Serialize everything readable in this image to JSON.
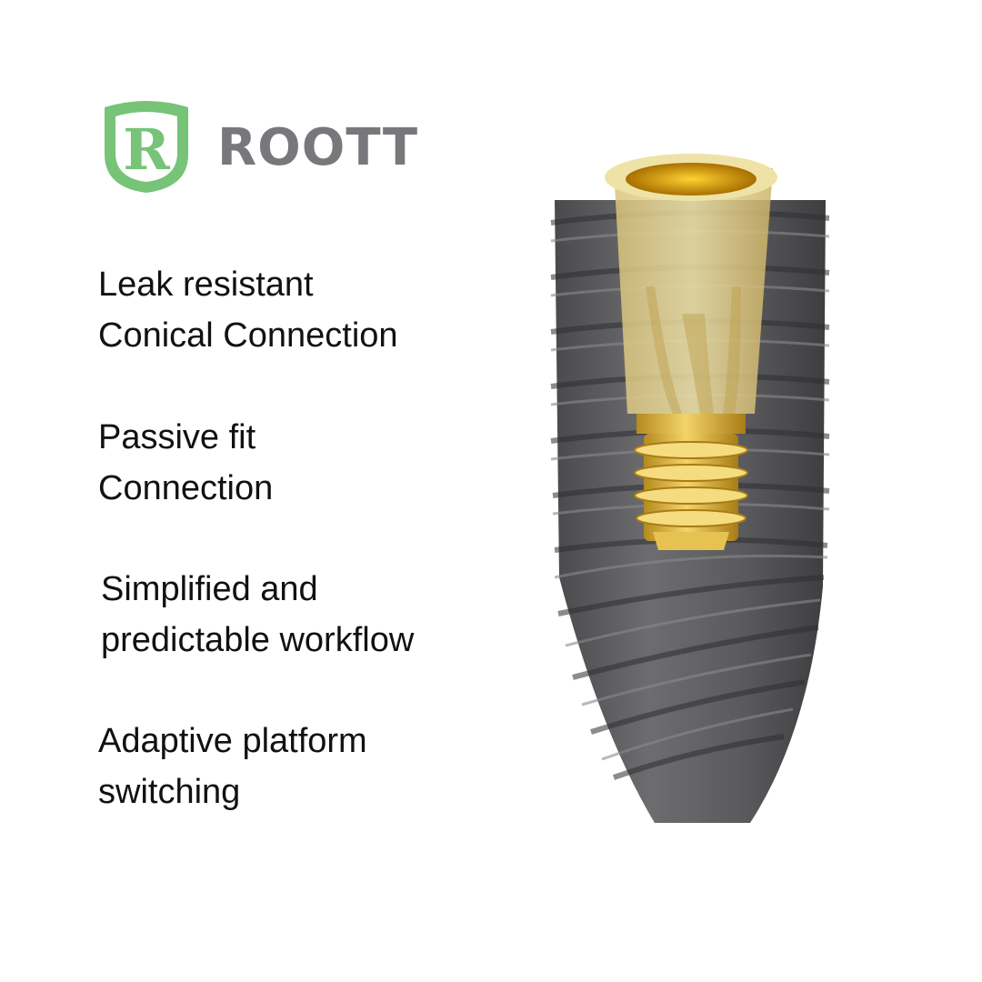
{
  "brand": {
    "name": "ROOTT",
    "logo_letter": "R",
    "logo_color": "#77c377",
    "wordmark_color": "#77787b"
  },
  "features": [
    {
      "lines": [
        "Leak resistant",
        "Conical Connection"
      ]
    },
    {
      "lines": [
        "Passive fit",
        "Connection"
      ]
    },
    {
      "lines": [
        "Simplified and",
        "predictable workflow"
      ]
    },
    {
      "lines": [
        "Adaptive platform",
        "switching"
      ]
    }
  ],
  "product_image": {
    "subject": "dental-implant-with-gold-abutment-screw",
    "colors": {
      "body": "#58585a",
      "gold": "#e0b53a",
      "gold_light": "#efe2a6"
    }
  }
}
